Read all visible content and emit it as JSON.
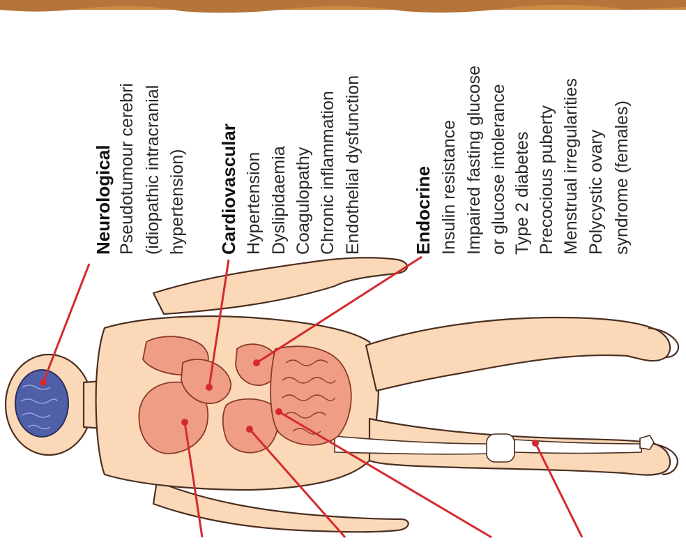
{
  "categories": [
    {
      "id": "neurological",
      "header": "Neurological",
      "lines": [
        "Pseudotumour cerebri",
        "(idiopathic intracranial",
        "hypertension)"
      ]
    },
    {
      "id": "cardiovascular",
      "header": "Cardiovascular",
      "lines": [
        "Hypertension",
        "Dyslipidaemia",
        "Coagulopathy",
        "Chronic inflammation",
        "Endothelial dysfunction"
      ]
    },
    {
      "id": "endocrine",
      "header": "Endocrine",
      "lines": [
        "Insulin resistance",
        "Impaired fasting glucose",
        "or glucose intolerance",
        "Type 2 diabetes",
        "Precocious puberty",
        "Menstrual irregularities",
        "Polycystic ovary",
        "syndrome (females)"
      ]
    }
  ],
  "colors": {
    "leader_line": "#d42a2e",
    "skin": "#fbd9b8",
    "skin_outline": "#4a2f22",
    "organ": "#ef9d84",
    "organ_outline": "#8a3a2a",
    "brain": "#4f5fa8",
    "bone": "#ffffff",
    "background_top": "#c98b45"
  },
  "icons": [
    "human-body-figure",
    "brain-icon",
    "heart-icon",
    "lungs-icon",
    "liver-icon",
    "stomach-icon",
    "intestines-icon",
    "knee-bone-icon"
  ]
}
